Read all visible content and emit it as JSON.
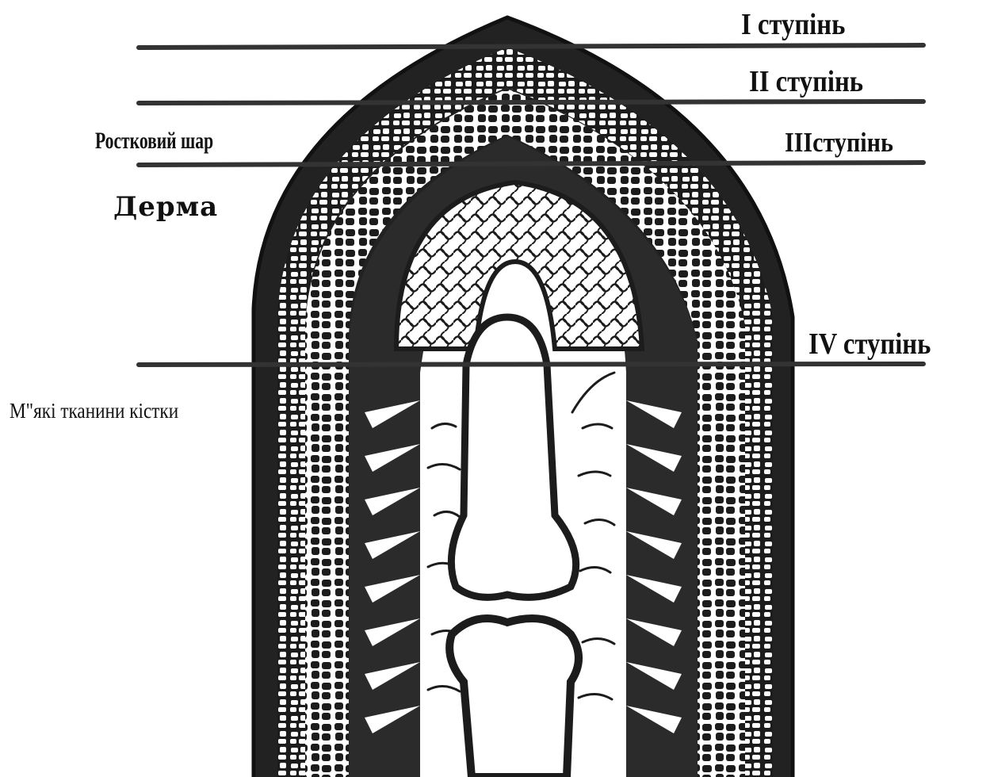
{
  "colors": {
    "ink": "#111111",
    "background": "#ffffff",
    "tissue": "#2a2a2a"
  },
  "labels": {
    "degree_1": "I ступінь",
    "degree_2": "II ступінь",
    "degree_3": "IIIступінь",
    "degree_4": "IV ступінь",
    "germinal_layer": "Ростковий шар",
    "dermis": "Дерма",
    "soft_tissues": "М\"які тканини кістки"
  }
}
